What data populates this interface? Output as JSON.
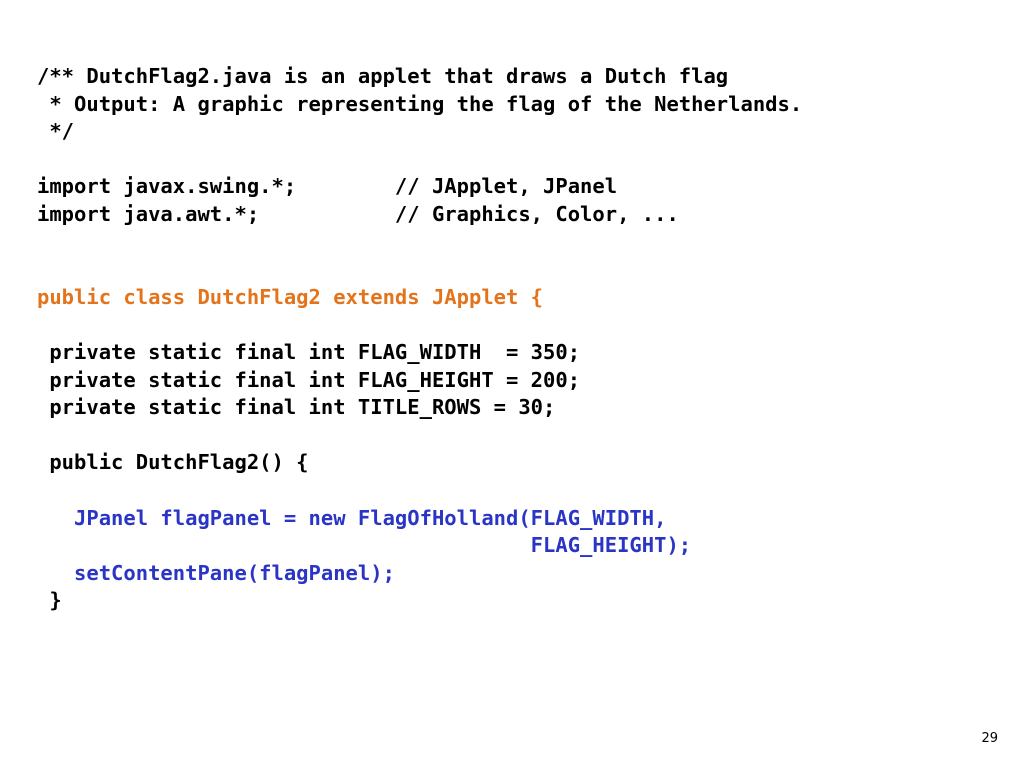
{
  "slide": {
    "page_number": "29",
    "colors": {
      "text": "#000000",
      "class_declaration": "#e3741c",
      "constructor_body": "#2b35c5",
      "background": "#ffffff"
    },
    "code_lines": [
      {
        "text": "/** DutchFlag2.java is an applet that draws a Dutch flag",
        "color": "black"
      },
      {
        "text": " * Output: A graphic representing the flag of the Netherlands.",
        "color": "black"
      },
      {
        "text": " */",
        "color": "black"
      },
      {
        "text": "",
        "color": "black"
      },
      {
        "text": "import javax.swing.*;        // JApplet, JPanel",
        "color": "black"
      },
      {
        "text": "import java.awt.*;           // Graphics, Color, ...",
        "color": "black"
      },
      {
        "text": "",
        "color": "black"
      },
      {
        "text": "",
        "color": "black"
      },
      {
        "text": "public class DutchFlag2 extends JApplet {",
        "color": "orange"
      },
      {
        "text": "",
        "color": "black"
      },
      {
        "text": " private static final int FLAG_WIDTH  = 350;",
        "color": "black"
      },
      {
        "text": " private static final int FLAG_HEIGHT = 200;",
        "color": "black"
      },
      {
        "text": " private static final int TITLE_ROWS = 30;",
        "color": "black"
      },
      {
        "text": "",
        "color": "black"
      },
      {
        "text": " public DutchFlag2() {",
        "color": "black"
      },
      {
        "text": "",
        "color": "black"
      },
      {
        "text": "   JPanel flagPanel = new FlagOfHolland(FLAG_WIDTH,",
        "color": "blue"
      },
      {
        "text": "                                        FLAG_HEIGHT);",
        "color": "blue"
      },
      {
        "text": "   setContentPane(flagPanel);",
        "color": "blue"
      },
      {
        "text": " }",
        "color": "black"
      }
    ]
  }
}
